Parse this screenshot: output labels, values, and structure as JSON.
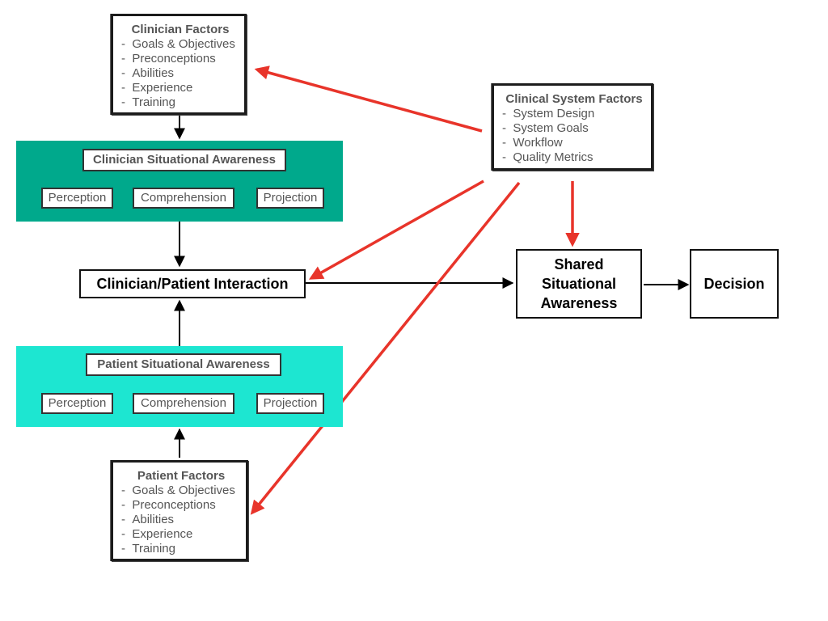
{
  "clinician_factors": {
    "title": "Clinician Factors",
    "items": [
      "Goals & Objectives",
      "Preconceptions",
      "Abilities",
      "Experience",
      "Training"
    ]
  },
  "clinical_system_factors": {
    "title": "Clinical System Factors",
    "items": [
      "System Design",
      "System Goals",
      "Workflow",
      "Quality Metrics"
    ]
  },
  "clinician_sa": {
    "title": "Clinician Situational Awareness",
    "perception": "Perception",
    "comprehension": "Comprehension",
    "projection": "Projection",
    "color": "#00a98c"
  },
  "interaction": {
    "label": "Clinician/Patient Interaction"
  },
  "shared_sa": {
    "line1": "Shared",
    "line2": "Situational",
    "line3": "Awareness"
  },
  "decision": {
    "label": "Decision"
  },
  "patient_sa": {
    "title": "Patient Situational Awareness",
    "perception": "Perception",
    "comprehension": "Comprehension",
    "projection": "Projection",
    "color": "#1de6d1"
  },
  "patient_factors": {
    "title": "Patient Factors",
    "items": [
      "Goals & Objectives",
      "Preconceptions",
      "Abilities",
      "Experience",
      "Training"
    ]
  },
  "colors": {
    "influence_arrow": "#e8342a",
    "flow_arrow": "#000000"
  }
}
